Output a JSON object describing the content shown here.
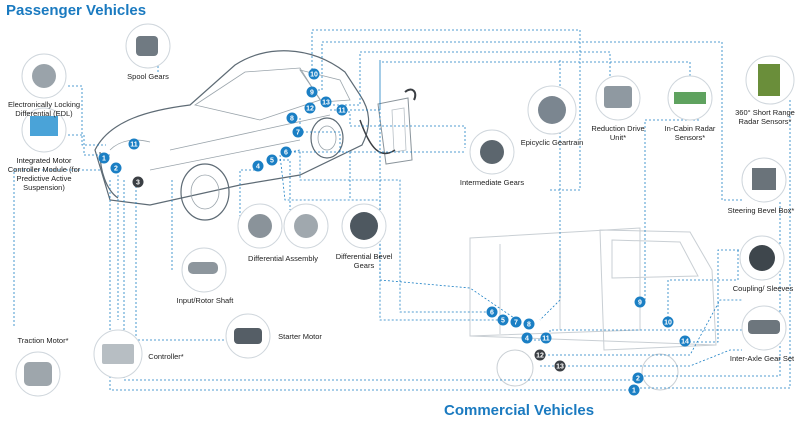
{
  "titles": {
    "passenger": "Passenger Vehicles",
    "commercial": "Commercial Vehicles"
  },
  "labels": {
    "spool_gears": "Spool Gears",
    "edl": "Electronically Locking Differential (EDL)",
    "imcm": "Integrated Motor Controller Module (for Predictive Active Suspension)",
    "epicyclic": "Epicyclic Geartrain",
    "reduction_drive": "Reduction Drive Unit*",
    "radar_cabin": "In-Cabin Radar Sensors*",
    "radar_360": "360° Short Range Radar Sensors*",
    "intermediate_gears": "Intermediate Gears",
    "steering_bevel": "Steering Bevel Box*",
    "differential_assembly": "Differential Assembly",
    "differential_bevel": "Differential Bevel Gears",
    "coupling": "Coupling/ Sleeves",
    "input_shaft": "Input/Rotor Shaft",
    "starter_motor": "Starter Motor",
    "inter_axle": "Inter-Axle Gear Set",
    "traction_motor": "Traction Motor*",
    "controller": "Controller*"
  },
  "badges": {
    "car": [
      "1",
      "2",
      "3",
      "4",
      "5",
      "6",
      "7",
      "8",
      "9",
      "10",
      "11",
      "12",
      "13",
      "11"
    ],
    "truck": [
      "6",
      "5",
      "7",
      "8",
      "4",
      "11",
      "12",
      "13",
      "9",
      "10",
      "14",
      "2",
      "1"
    ]
  },
  "colors": {
    "accent": "#1b7fc4",
    "badge": "#1b7fc4",
    "badge_dark": "#3b3f44",
    "title": "#1a7ac0"
  },
  "icons": {
    "car": "passenger-car-illustration",
    "truck": "commercial-truck-illustration",
    "part": "part-photo-placeholder"
  }
}
